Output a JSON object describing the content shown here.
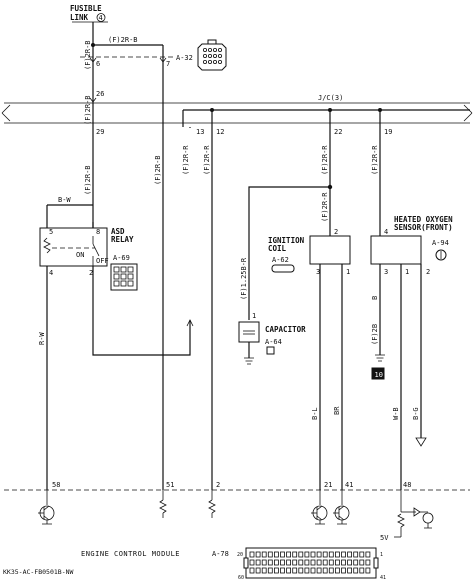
{
  "fusible_link": {
    "line1": "FUSIBLE",
    "line2": "LINK",
    "num": "4"
  },
  "wires": {
    "top_horizontal": "(F)2R-B",
    "fusible_out": "(F)2R-B",
    "left_drop": "(F)2R-B",
    "left_lower": "(F)2R-B",
    "mid_vertical": "(F)2R-B",
    "jc13": "(F)2R-R",
    "jc12": "(F)2R-R",
    "jc22": "(F)2R-R",
    "jc19": "(F)2R-R",
    "bw": "B-W",
    "rw": "R-W",
    "cap_feed": "(F)1.25B-R",
    "oxy_b": "B",
    "oxy_2b": "(F)2B",
    "bl": "B-L",
    "br": "BR",
    "wb": "W-B",
    "bg": "B-G"
  },
  "connectors": {
    "a32": "A-32",
    "jc": "J/C(3)"
  },
  "pins": {
    "p6": "6",
    "p7": "7",
    "p26": "26",
    "p29": "29",
    "p13": "13",
    "p12": "12",
    "p22": "22",
    "p19": "19",
    "relay_5": "5",
    "relay_8": "8",
    "relay_4": "4",
    "relay_2": "2",
    "ign_2": "2",
    "ign_3": "3",
    "ign_1": "1",
    "oxy_4": "4",
    "oxy_3": "3",
    "oxy_1": "1",
    "oxy_2": "2",
    "cap_1": "1",
    "ecm_58": "58",
    "ecm_51": "51",
    "ecm_2": "2",
    "ecm_21": "21",
    "ecm_41": "41",
    "ecm_48": "48"
  },
  "components": {
    "relay": {
      "l1": "ASD",
      "l2": "RELAY",
      "code": "A-69",
      "on": "ON",
      "off": "OFF"
    },
    "ignition": {
      "l1": "IGNITION",
      "l2": "COIL",
      "code": "A-62"
    },
    "oxygen": {
      "l1": "HEATED OXYGEN",
      "l2": "SENSOR(FRONT)",
      "code": "A-94"
    },
    "capacitor": {
      "l1": "CAPACITOR",
      "code": "A-64"
    },
    "ground_ref": "10"
  },
  "ecm": {
    "label": "ENGINE CONTROL MODULE",
    "code": "A-78",
    "v5": "5V",
    "pin_41": "41",
    "pin_60": "60",
    "pin_1": "1",
    "pin_20": "20"
  },
  "footer": {
    "code": "KK35-AC-FB0501B-NW"
  }
}
